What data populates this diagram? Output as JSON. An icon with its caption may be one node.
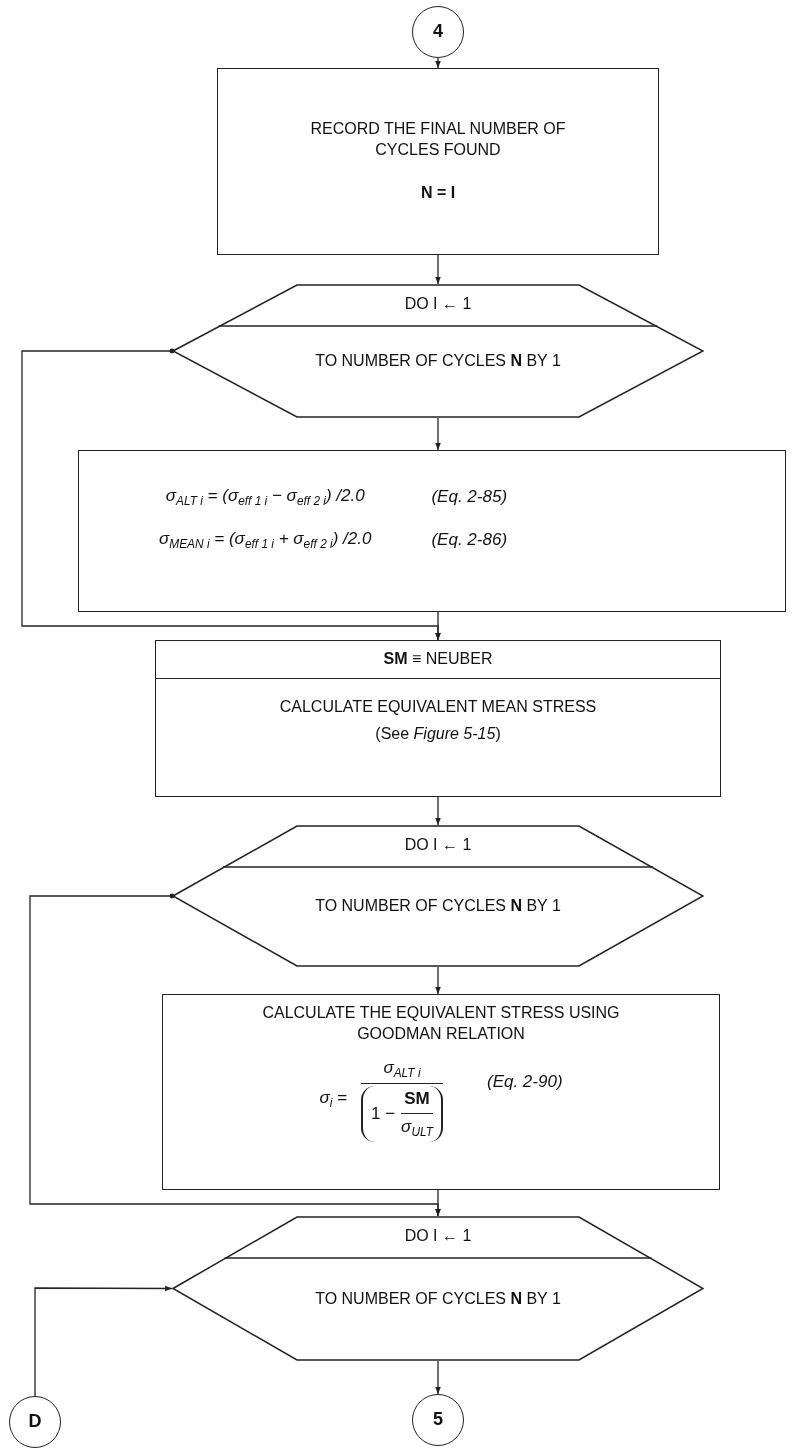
{
  "diagram": {
    "nodes": [
      {
        "text": [
          "4"
        ]
      },
      {
        "text": [
          "RECORD THE FINAL NUMBER OF CYCLES FOUND",
          "N = I"
        ]
      },
      {
        "text": [
          "DO I ←   1",
          "TO NUMBER OF CYCLES **N** BY 1"
        ]
      },
      {
        "text": [
          "σ$_{ALT i}$ = (σ$_{eff 1 i}$ − σ$_{eff 2 i}$) /2.0",
          "(Eq. 2-85)",
          "σ$_{MEAN i}$ = (σ$_{eff 1 i}$ + σ$_{eff 2 i}$) /2.0",
          "(Eq. 2-86)"
        ]
      },
      {
        "text": [
          "**SM** ≡ NEUBER",
          "CALCULATE EQUIVALENT MEAN STRESS",
          "(See *Figure 5-15*)"
        ]
      },
      {
        "text": [
          "DO I ←   1",
          "TO NUMBER OF CYCLES **N** BY 1"
        ]
      },
      {
        "text": [
          "CALCULATE THE EQUIVALENT STRESS USING GOODMAN RELATION",
          "σ$_{i}$ =",
          "σ$_{ALT i}$",
          "1 −",
          "SM",
          "σ$_{ULT}$",
          "(Eq. 2-90)"
        ]
      },
      {
        "text": [
          "DO I ←   1",
          "TO NUMBER OF CYCLES **N** BY 1"
        ]
      },
      {
        "text": [
          "D"
        ]
      },
      {
        "text": [
          "5"
        ]
      }
    ],
    "edges": [
      {
        "from": 0,
        "to": 1,
        "arrow": "to"
      },
      {
        "from": 1,
        "to": 2,
        "arrow": "to"
      },
      {
        "from": 2,
        "to": 3,
        "arrow": "to"
      },
      {
        "from": 3,
        "to": 4,
        "arrow": "to"
      },
      {
        "from": 2,
        "to": 4,
        "arrow": "to"
      },
      {
        "from": 4,
        "to": 5,
        "arrow": "to"
      },
      {
        "from": 5,
        "to": 6,
        "arrow": "to"
      },
      {
        "from": 6,
        "to": 7,
        "arrow": "to"
      },
      {
        "from": 5,
        "to": 7,
        "arrow": "to"
      },
      {
        "from": 8,
        "to": 7,
        "arrow": "to"
      },
      {
        "from": 7,
        "to": 9,
        "arrow": "to"
      }
    ]
  }
}
